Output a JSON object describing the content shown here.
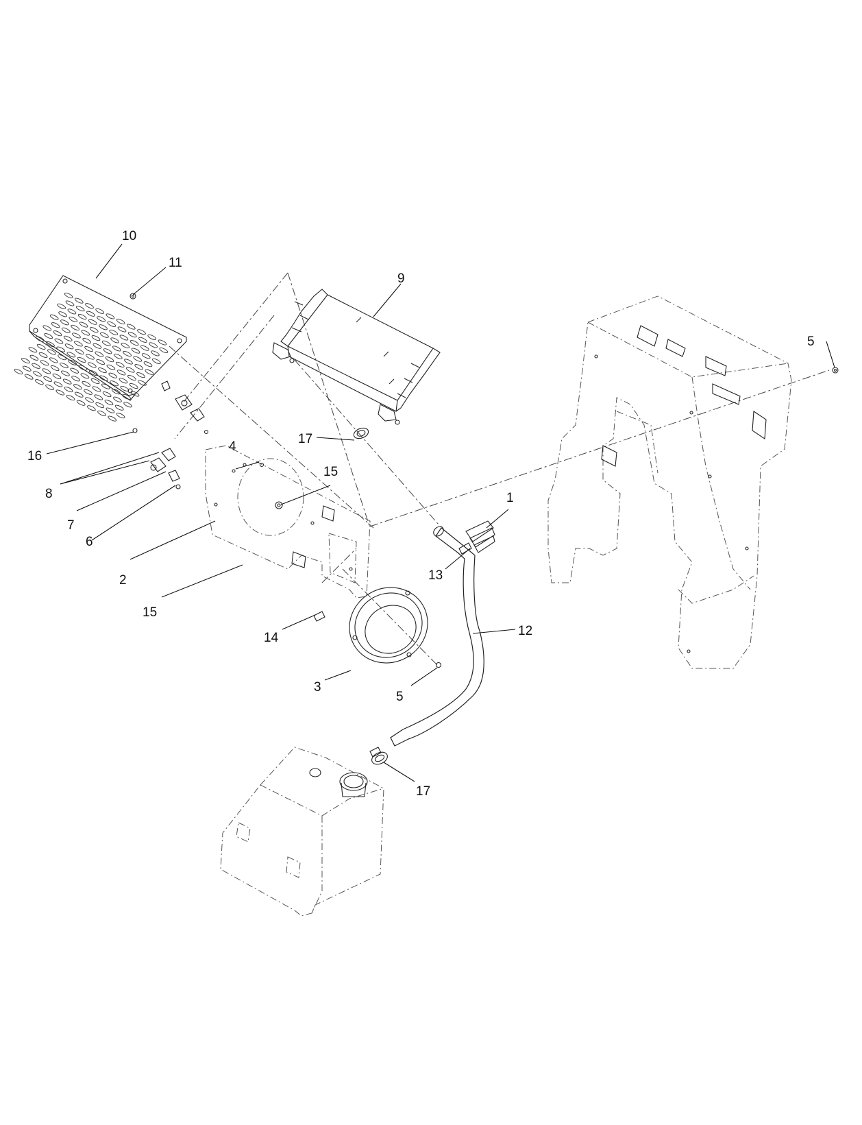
{
  "callouts": {
    "c10": "10",
    "c11": "11",
    "c9": "9",
    "c5_top": "5",
    "c4": "4",
    "c17_top": "17",
    "c16": "16",
    "c15_top": "15",
    "c8": "8",
    "c7": "7",
    "c6": "6",
    "c1": "1",
    "c2": "2",
    "c13": "13",
    "c15_bottom": "15",
    "c14": "14",
    "c12": "12",
    "c3": "3",
    "c5_bottom": "5",
    "c17_bottom": "17"
  }
}
